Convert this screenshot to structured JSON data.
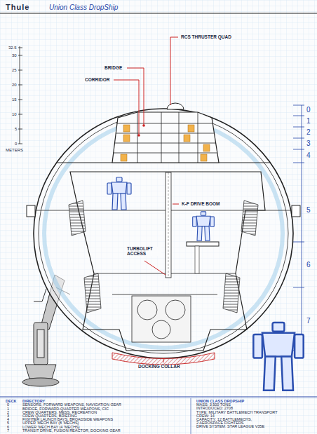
{
  "diagram": {
    "title": "Thule",
    "labels": [
      "Union Class DropShip",
      "32.5",
      "30",
      "25",
      "20",
      "15",
      "10",
      "5",
      "0",
      "METERS",
      "BRIDGE",
      "CORRIDOR",
      "RCS THRUSTER QUAD",
      "K-F DRIVE BOOM",
      "TURBOLIFT ACCESS",
      "DOCKING COLLAR",
      "0",
      "1",
      "2",
      "3",
      "4",
      "5",
      "6",
      "7",
      "DECK",
      "DIRECTORY",
      "0",
      "SENSORS, FORWARD WEAPONS, NAVIGATION GEAR",
      "1",
      "BRIDGE, FORWARD-QUARTER WEAPONS, CIC",
      "2",
      "CREW QUARTERS, MESS, RECREATION",
      "3",
      "CREW QUARTERS, BRIEFING",
      "4",
      "FIGHTER LAUNCH BAYS, BROADSIDE WEAPONS",
      "5",
      "UPPER 'MECH BAY (8 'MECHS)",
      "6",
      "LOWER 'MECH BAY (4 'MECHS)",
      "7",
      "TRANSIT DRIVE, FUSION REACTOR, DOCKING GEAR",
      "UNION CLASS DROPSHIP",
      "MASS: 3,500 TONS",
      "INTRODUCED: 2708",
      "TYPE: MILITARY BATTLEMECH TRANSPORT",
      "CREW: 14",
      "CAPACITY: 12 BATTLEMECHS,",
      "2 AEROSPACE FIGHTERS",
      "DRIVE SYSTEM: STAR LEAGUE V35E"
    ]
  }
}
